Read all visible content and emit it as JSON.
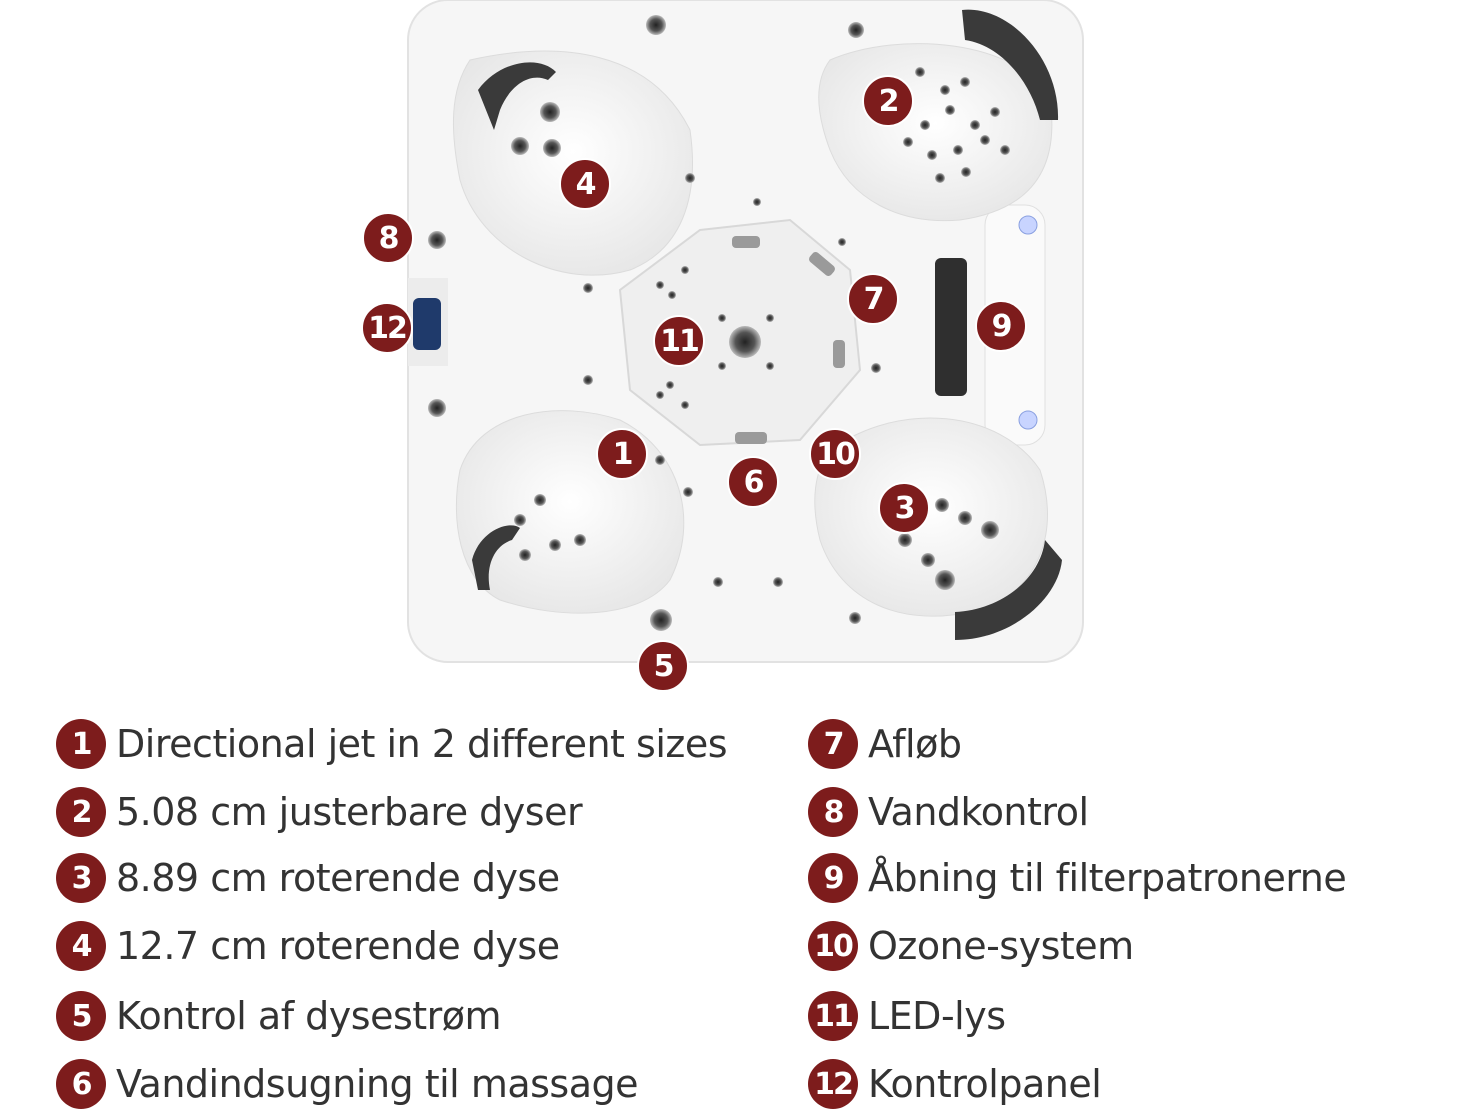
{
  "colors": {
    "marker": "#7d1c1c",
    "shell": "#f4f4f4",
    "headrest": "#3a3a3a",
    "text": "#333333"
  },
  "markers": [
    "1",
    "2",
    "3",
    "4",
    "5",
    "6",
    "7",
    "8",
    "9",
    "10",
    "11",
    "12"
  ],
  "legend": [
    {
      "num": "1",
      "text": "Directional jet in 2 different sizes"
    },
    {
      "num": "2",
      "text": "5.08 cm justerbare dyser"
    },
    {
      "num": "3",
      "text": "8.89 cm roterende dyse"
    },
    {
      "num": "4",
      "text": "12.7 cm roterende dyse"
    },
    {
      "num": "5",
      "text": "Kontrol af dysestrøm"
    },
    {
      "num": "6",
      "text": "Vandindsugning til massage"
    },
    {
      "num": "7",
      "text": "Afløb"
    },
    {
      "num": "8",
      "text": "Vandkontrol"
    },
    {
      "num": "9",
      "text": "Åbning til filterpatronerne"
    },
    {
      "num": "10",
      "text": "Ozone-system"
    },
    {
      "num": "11",
      "text": "LED-lys"
    },
    {
      "num": "12",
      "text": "Kontrolpanel"
    }
  ]
}
